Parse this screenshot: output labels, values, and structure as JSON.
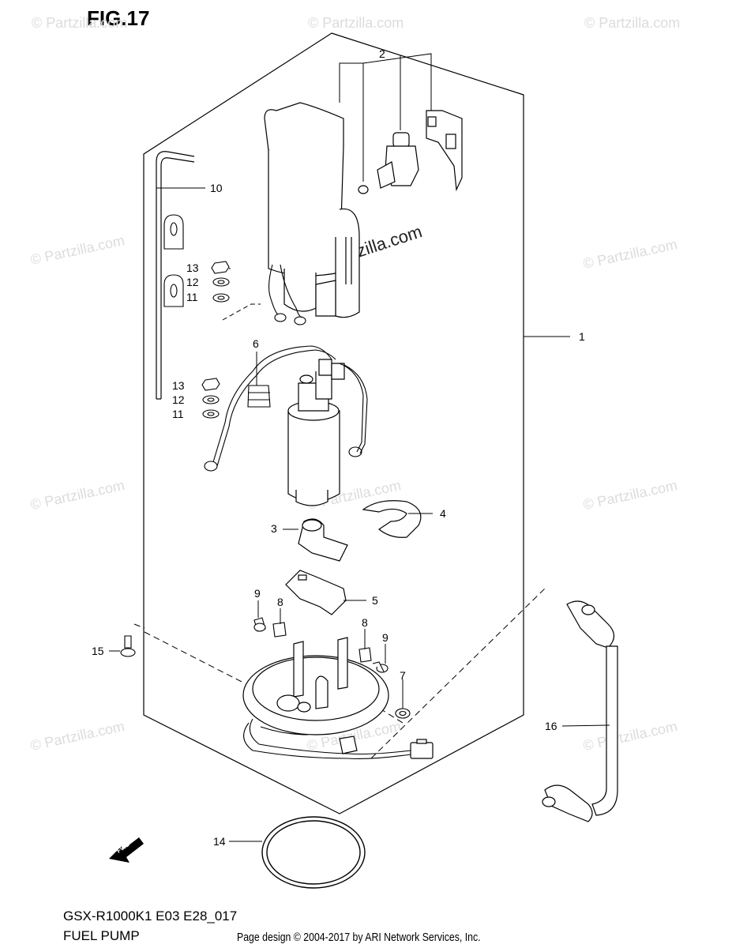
{
  "figure": {
    "title": "FIG.17"
  },
  "footer": {
    "code": "GSX-R1000K1 E03 E28_017",
    "name": "FUEL PUMP",
    "credit": "Page design © 2004-2017 by ARI Network Services, Inc."
  },
  "watermark": {
    "text": "© Partzilla.com"
  },
  "callouts": {
    "c1": "1",
    "c2": "2",
    "c3": "3",
    "c4": "4",
    "c5": "5",
    "c6": "6",
    "c7": "7",
    "c8a": "8",
    "c8b": "8",
    "c9a": "9",
    "c9b": "9",
    "c10": "10",
    "c11a": "11",
    "c11b": "11",
    "c12a": "12",
    "c12b": "12",
    "c13a": "13",
    "c13b": "13",
    "c14": "14",
    "c15": "15",
    "c16": "16"
  },
  "fwd_label": "FWD"
}
